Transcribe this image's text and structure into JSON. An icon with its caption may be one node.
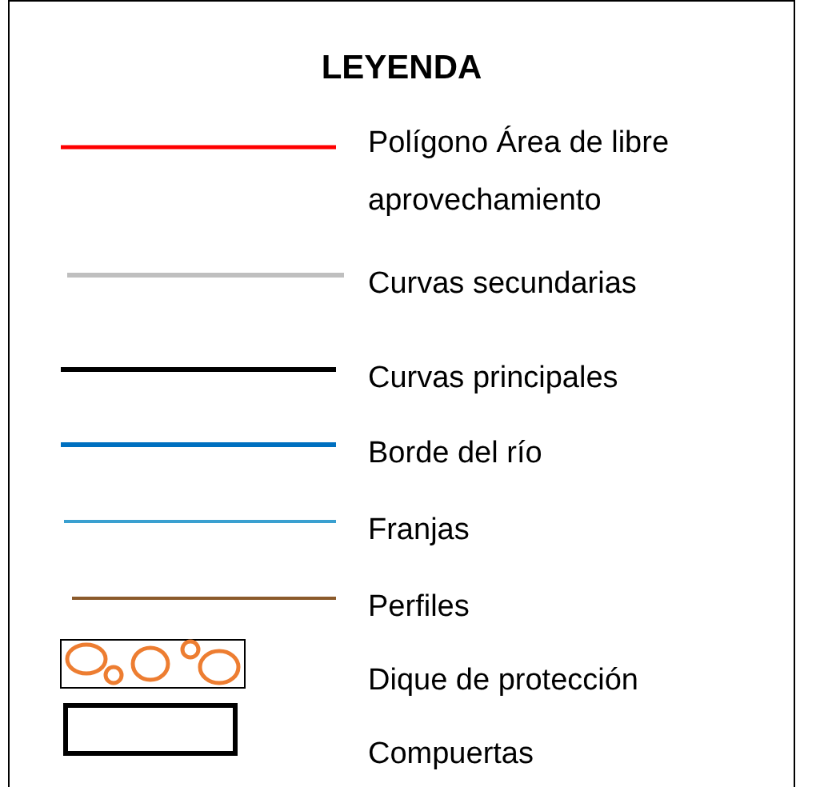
{
  "diagram": {
    "title": "LEYENDA",
    "legend": [
      {
        "text": "Polígono Área de libre aprovechamiento"
      },
      {
        "text": "Curvas secundarias"
      },
      {
        "text": "Curvas principales"
      },
      {
        "text": "Borde del río"
      },
      {
        "text": "Franjas"
      },
      {
        "text": "Perfiles"
      },
      {
        "text": "Dique de protección"
      },
      {
        "text": "Compuertas"
      }
    ]
  }
}
